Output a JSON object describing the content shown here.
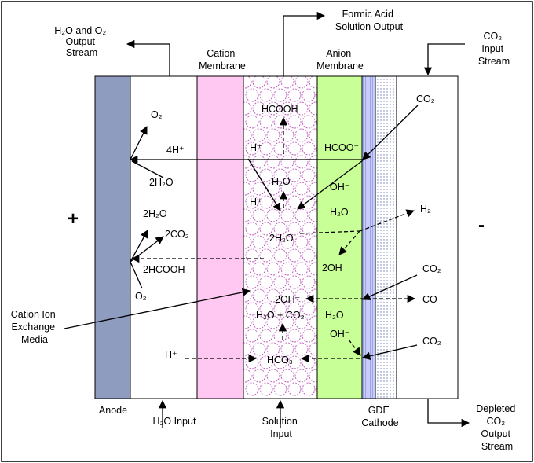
{
  "labels": {
    "h2o_o2_output": [
      "H₂O and O₂",
      "Output",
      "Stream"
    ],
    "formic_output": [
      "Formic Acid",
      "Solution Output"
    ],
    "co2_input": [
      "CO₂",
      "Input",
      "Stream"
    ],
    "cation_membrane": [
      "Cation",
      "Membrane"
    ],
    "anion_membrane": [
      "Anion",
      "Membrane"
    ],
    "anode": "Anode",
    "h2o_input": "H₂O Input",
    "solution_input": [
      "Solution",
      "Input"
    ],
    "gde_cathode": [
      "GDE",
      "Cathode"
    ],
    "depleted_output": [
      "Depleted",
      "CO₂",
      "Output",
      "Stream"
    ],
    "cation_exchange_media": [
      "Cation Ion",
      "Exchange",
      "Media"
    ],
    "plus_sign": "+",
    "minus_sign": "-"
  },
  "species": {
    "o2_top": "O₂",
    "four_h": "4H⁺",
    "two_h2o_top": "2H₂O",
    "two_h2o_mid": "2H₂O",
    "two_co2": "2CO₂",
    "two_hcooh": "2HCOOH",
    "o2_bottom": "O₂",
    "h_plus_bottom": "H⁺",
    "hcooh": "HCOOH",
    "h_plus_a": "H⁺",
    "h2o_center": "H₂O",
    "h_plus_b": "H⁺",
    "two_h2o_center": "2H₂O",
    "two_oh_center": "2OH⁻",
    "h2o_co2": "H₂O + CO₂",
    "hco3": "HCO₃⁻",
    "co2_right_top": "CO₂",
    "hcoo": "HCOO⁻",
    "oh_anion": "OH⁻",
    "h2o_anion": "H₂O",
    "h2": "H₂",
    "two_oh_anion": "2OH⁻",
    "co2_right_mid": "CO₂",
    "co": "CO",
    "h2o_anion_low": "H₂O",
    "oh_anion_low": "OH⁻",
    "co2_right_low": "CO₂"
  },
  "colors": {
    "anode": "#8e9cc0",
    "cation_membrane": "#ffc8f2",
    "ion_media_circles": "#c060c0",
    "anion_membrane": "#c8ff96",
    "gde_blue": "#a8aef0"
  }
}
